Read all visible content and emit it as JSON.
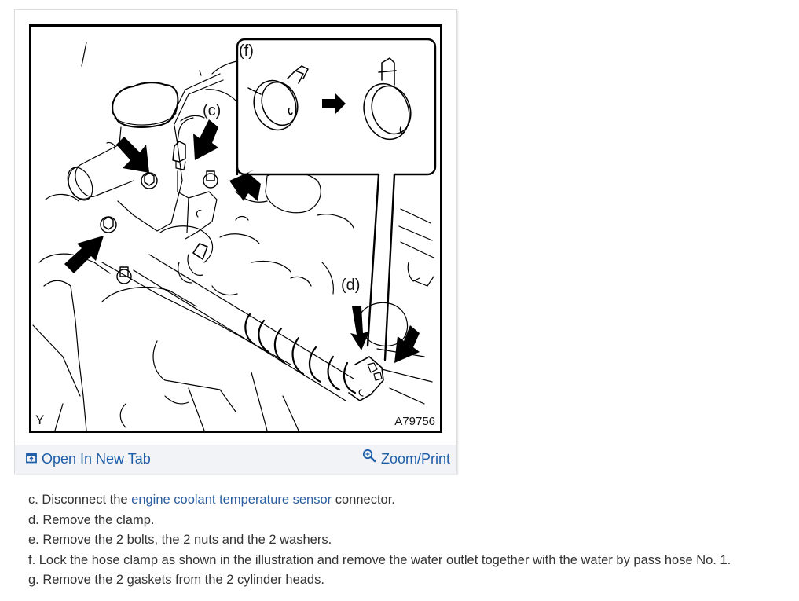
{
  "figure": {
    "illustration_code_left": "Y",
    "illustration_code_right": "A79756",
    "callouts": {
      "c": "(c)",
      "d": "(d)",
      "f": "(f)"
    },
    "footer": {
      "open_new_tab": {
        "icon": "open-in-new-tab-icon",
        "label": "Open In New Tab"
      },
      "zoom_print": {
        "icon": "zoom-in-icon",
        "label": "Zoom/Print"
      }
    }
  },
  "steps": [
    {
      "prefix": "c. Disconnect the ",
      "link": "engine coolant temperature sensor",
      "suffix": " connector."
    },
    {
      "text": "d. Remove the clamp."
    },
    {
      "text": "e. Remove the 2 bolts, the 2 nuts and the 2 washers."
    },
    {
      "text": "f. Lock the hose clamp as shown in the illustration and remove the water outlet together with the water by pass hose No. 1."
    },
    {
      "text": "g. Remove the 2 gaskets from the 2 cylinder heads."
    }
  ],
  "colors": {
    "link": "#2a5d9f",
    "footer_link": "#1f5fa8",
    "footer_bg": "#f1f3f6",
    "body_text": "#333333"
  }
}
